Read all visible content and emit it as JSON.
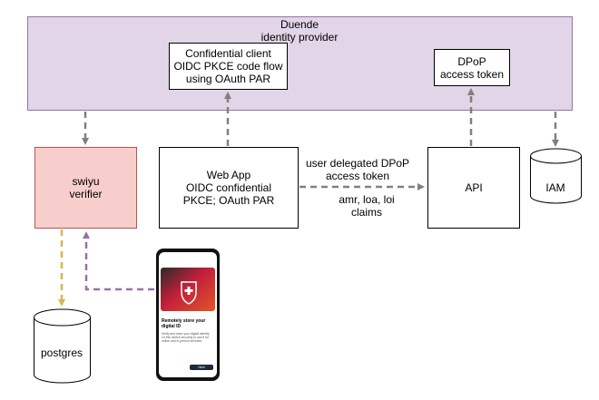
{
  "idp": {
    "line1": "Duende",
    "line2": "identity provider"
  },
  "confidential_client": {
    "line1": "Confidential client",
    "line2": "OIDC PKCE code flow",
    "line3": "using OAuth PAR"
  },
  "dpop_box": {
    "line1": "DPoP",
    "line2": "access token"
  },
  "swiyu": {
    "line1": "swiyu",
    "line2": "verifier"
  },
  "webapp": {
    "line1": "Web App",
    "line2": "OIDC confidential",
    "line3": "PKCE; OAuth PAR"
  },
  "api": {
    "label": "API"
  },
  "iam": {
    "label": "IAM"
  },
  "postgres": {
    "label": "postgres"
  },
  "edge_labels": {
    "top1": "user delegated DPoP",
    "top2": "access token",
    "bottom1": "amr, loa, loi",
    "bottom2": "claims"
  },
  "phone": {
    "title": "Remotely store your digital ID",
    "body": "Verify and store your digital identity on this device securely to use it for online and in-person services.",
    "button": "Next"
  },
  "colors": {
    "idp_fill": "#e1d5e7",
    "idp_stroke": "#9673a6",
    "swiyu_fill": "#f8cecc",
    "swiyu_stroke": "#b85450",
    "arrow_gray": "#808080",
    "arrow_purple": "#9673a6",
    "arrow_gold": "#d6b656"
  }
}
